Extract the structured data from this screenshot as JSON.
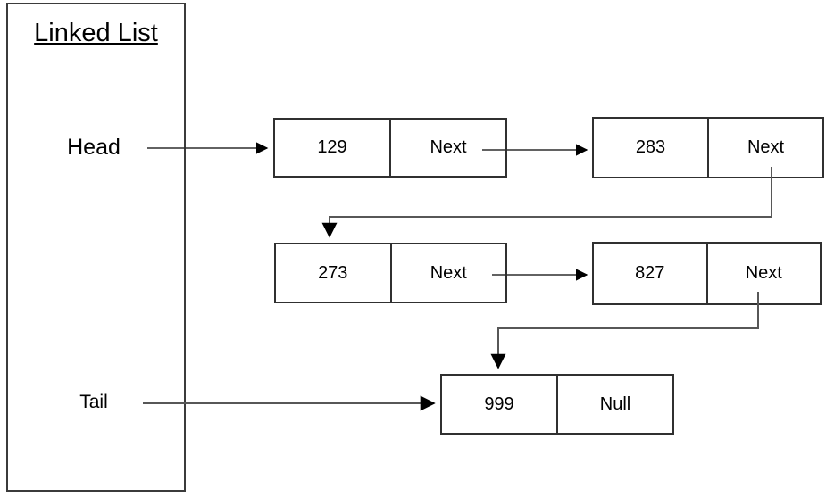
{
  "diagram": {
    "title": "Linked List",
    "head_label": "Head",
    "tail_label": "Tail",
    "nodes": [
      {
        "value": "129",
        "pointer": "Next"
      },
      {
        "value": "283",
        "pointer": "Next"
      },
      {
        "value": "273",
        "pointer": "Next"
      },
      {
        "value": "827",
        "pointer": "Next"
      },
      {
        "value": "999",
        "pointer": "Null"
      }
    ],
    "edges": [
      {
        "from": "Head",
        "to": "129"
      },
      {
        "from": "129",
        "to": "283"
      },
      {
        "from": "283",
        "to": "273"
      },
      {
        "from": "273",
        "to": "827"
      },
      {
        "from": "827",
        "to": "999"
      },
      {
        "from": "Tail",
        "to": "999"
      }
    ],
    "colors": {
      "background": "#ffffff",
      "box_border": "#303030",
      "connector_dark": "#2f2f2f",
      "connector_gray": "#575757",
      "text": "#000000"
    }
  }
}
